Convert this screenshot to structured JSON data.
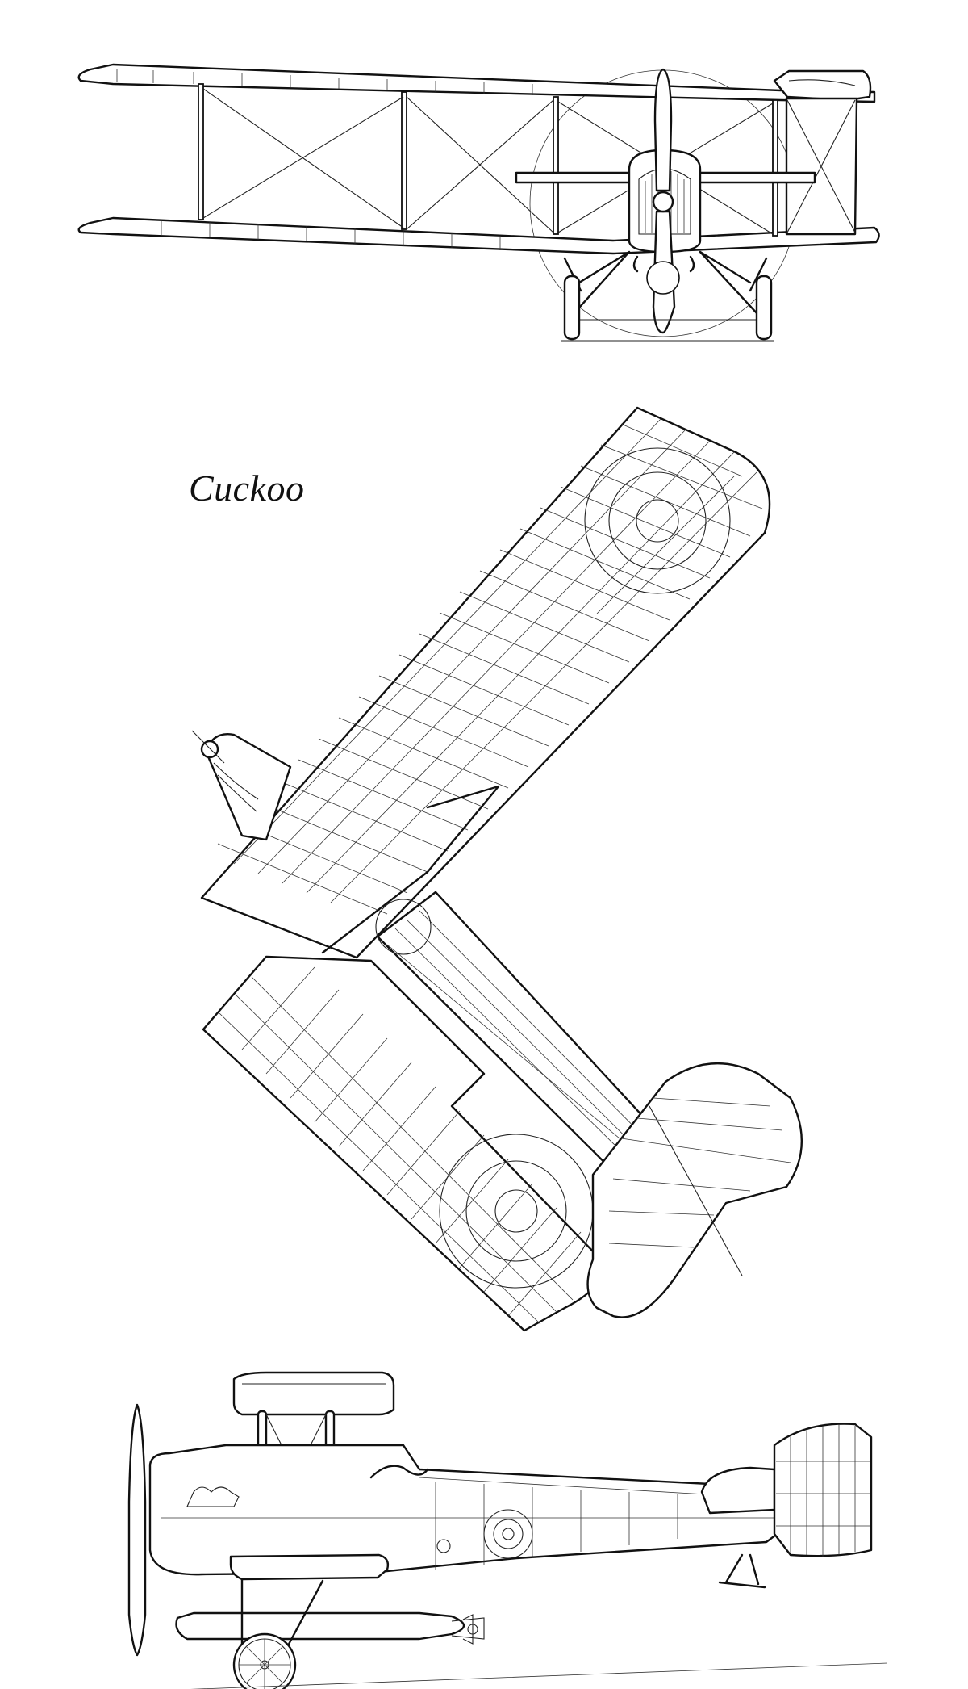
{
  "caption": "Cuckoo",
  "views": [
    "front-view",
    "plan-view",
    "side-view"
  ],
  "colors": {
    "ink": "#111111",
    "paper": "#ffffff"
  }
}
